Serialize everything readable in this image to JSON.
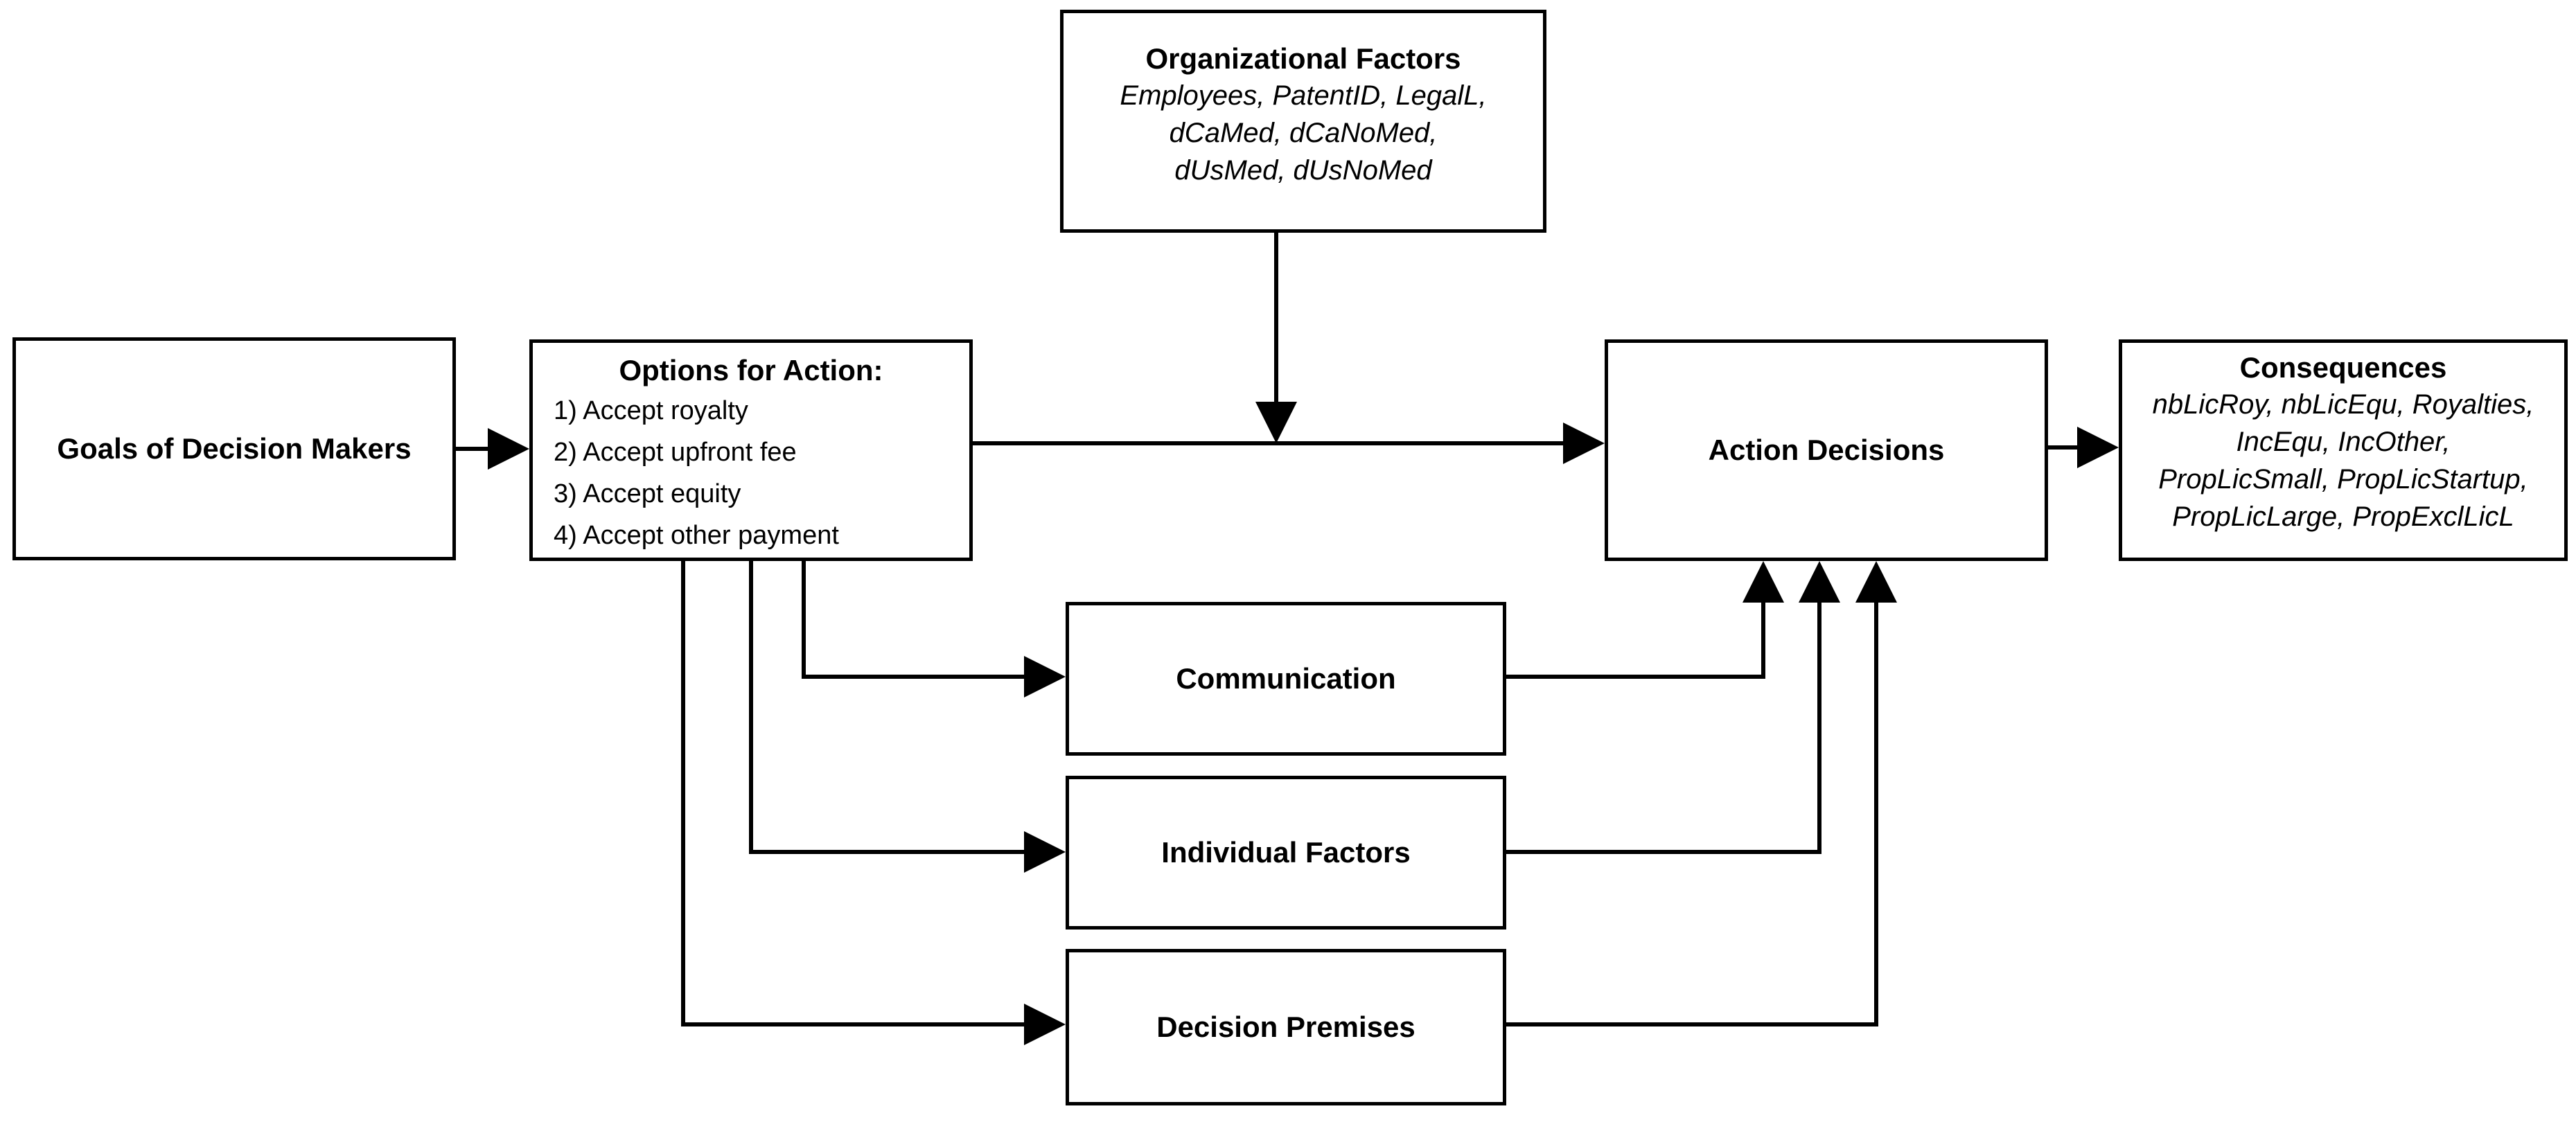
{
  "goals": {
    "title": "Goals of Decision Makers"
  },
  "options": {
    "title": "Options for Action:",
    "items": [
      "1) Accept royalty",
      "2) Accept upfront fee",
      "3) Accept equity",
      "4) Accept other payment"
    ]
  },
  "organizational": {
    "title": "Organizational Factors",
    "lines": [
      "Employees, PatentID, LegalL,",
      "dCaMed, dCaNoMed,",
      "dUsMed, dUsNoMed"
    ]
  },
  "action": {
    "title": "Action Decisions"
  },
  "consequences": {
    "title": "Consequences",
    "lines": [
      "nbLicRoy, nbLicEqu, Royalties,",
      "IncEqu, IncOther,",
      "PropLicSmall, PropLicStartup,",
      "PropLicLarge, PropExclLicL"
    ]
  },
  "communication": {
    "title": "Communication"
  },
  "individual": {
    "title": "Individual Factors"
  },
  "premises": {
    "title": "Decision Premises"
  }
}
